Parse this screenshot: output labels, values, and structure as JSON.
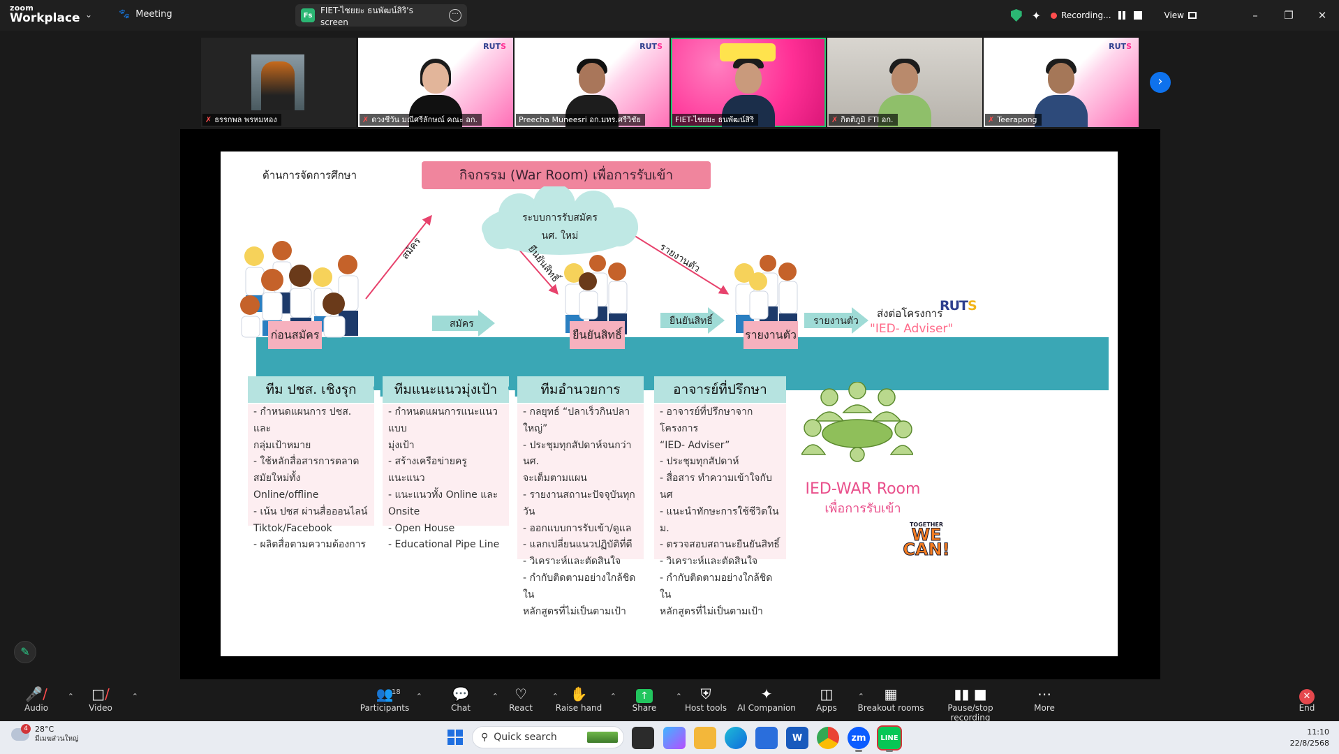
{
  "topbar": {
    "brand_small": "zoom",
    "brand_big": "Workplace",
    "meeting_label": "Meeting",
    "share_tab_badge": "Fs",
    "share_tab_title": "FIET-ไชยยะ ธนพัฒน์สิริ's screen",
    "recording_label": "Recording...",
    "view_label": "View"
  },
  "participants": [
    {
      "name": "ธรรกพล พรหมทอง",
      "muted": true
    },
    {
      "name": "ดวงชีวัน มณีศรีลักษณ์ คณะ อก.",
      "muted": true
    },
    {
      "name": "Preecha Muneesri อก.มทร.ศรีวิชัย",
      "muted": false
    },
    {
      "name": "FIET-ไชยยะ ธนพัฒน์สิริ",
      "muted": false
    },
    {
      "name": "กิตติภูมิ FTI อก.",
      "muted": true
    },
    {
      "name": "Teerapong",
      "muted": true
    }
  ],
  "slide": {
    "side_heading": "ด้านการจัดการศึกษา",
    "title": "กิจกรรม (War Room) เพื่อการรับเข้า",
    "cloud_line1": "ระบบการรับสมัคร",
    "cloud_line2": "นศ. ใหม่",
    "diag_apply": "สมัคร",
    "diag_confirm": "ยืนยันสิทธิ์",
    "diag_report": "รายงานตัว",
    "stage_before": "ก่อนสมัคร",
    "stage_confirm": "ยืนยันสิทธิ์",
    "stage_report": "รายงานตัว",
    "arrow_apply": "สมัคร",
    "arrow_confirm": "ยืนยันสิทธิ์",
    "arrow_report": "รายงานตัว",
    "handoff": "ส่งต่อโครงการ",
    "handoff_program": "\"IED- Adviser\"",
    "ruts_logo": "RUTS",
    "teams": [
      {
        "title": "ทีม ปชส. เชิงรุก",
        "items": [
          "- กำหนดแผนการ ปชส. และ",
          "กลุ่มเป้าหมาย",
          "- ใช้หลักสื่อสารการตลาด",
          "สมัยใหม่ทั้ง Online/offline",
          "- เน้น ปชส ผ่านสื่อออนไลน์",
          "Tiktok/Facebook",
          "- ผลิตสื่อตามความต้องการ"
        ]
      },
      {
        "title": "ทีมแนะแนวมุ่งเป้า",
        "items": [
          "- กำหนดแผนการแนะแนวแบบ",
          "มุ่งเป้า",
          "- สร้างเครือข่ายครูแนะแนว",
          "- แนะแนวทั้ง Online และ",
          "Onsite",
          "- Open House",
          "- Educational Pipe Line"
        ]
      },
      {
        "title": "ทีมอำนวยการ",
        "items": [
          "- กลยุทธ์ “ปลาเร็วกินปลาใหญ่”",
          "- ประชุมทุกสัปดาห์จนกว่า นศ.",
          "จะเต็มตามแผน",
          "- รายงานสถานะปัจจุบันทุกวัน",
          "- ออกแบบการรับเข้า/ดูแล",
          "- แลกเปลี่ยนแนวปฏิบัติที่ดี",
          "- วิเคราะห์และตัดสินใจ",
          "- กำกับติดตามอย่างใกล้ชิดใน",
          "หลักสูตรที่ไม่เป็นตามเป้า"
        ]
      },
      {
        "title": "อาจารย์ที่ปรึกษา",
        "items": [
          "- อาจารย์ที่ปรึกษาจาก โครงการ",
          "“IED- Adviser”",
          "- ประชุมทุกสัปดาห์",
          "- สื่อสาร ทำความเข้าใจกับ นศ",
          "- แนะนำทักษะการใช้ชีวิตใน ม.",
          "- ตรวจสอบสถานะยืนยันสิทธิ์",
          "- วิเคราะห์และตัดสินใจ",
          "- กำกับติดตามอย่างใกล้ชิดใน",
          "หลักสูตรที่ไม่เป็นตามเป้า"
        ]
      }
    ],
    "war_room_title": "IED-WAR Room",
    "war_room_sub": "เพื่อการรับเข้า",
    "together_small": "TOGETHER",
    "together_we": "WE",
    "together_can": "CAN!"
  },
  "toolbar": {
    "audio": "Audio",
    "video": "Video",
    "participants": "Participants",
    "participants_count": "18",
    "chat": "Chat",
    "react": "React",
    "raise_hand": "Raise hand",
    "share": "Share",
    "host_tools": "Host tools",
    "ai_companion": "AI Companion",
    "apps": "Apps",
    "breakout": "Breakout rooms",
    "pause_rec": "Pause/stop recording",
    "more": "More",
    "end": "End"
  },
  "taskbar": {
    "weather_badge": "4",
    "temperature": "28°C",
    "weather_desc": "มีเมฆส่วนใหญ่",
    "search_placeholder": "Quick search",
    "time": "11:10",
    "date": "22/8/2568"
  },
  "colors": {
    "band": "#3aa7b5",
    "stage_pink": "#f6b1be",
    "title_pink": "#f0859d",
    "team_header": "#b6e3e0",
    "team_body": "#fdeef1",
    "accent_blue": "#0e72ed",
    "active_green": "#21c46b"
  }
}
